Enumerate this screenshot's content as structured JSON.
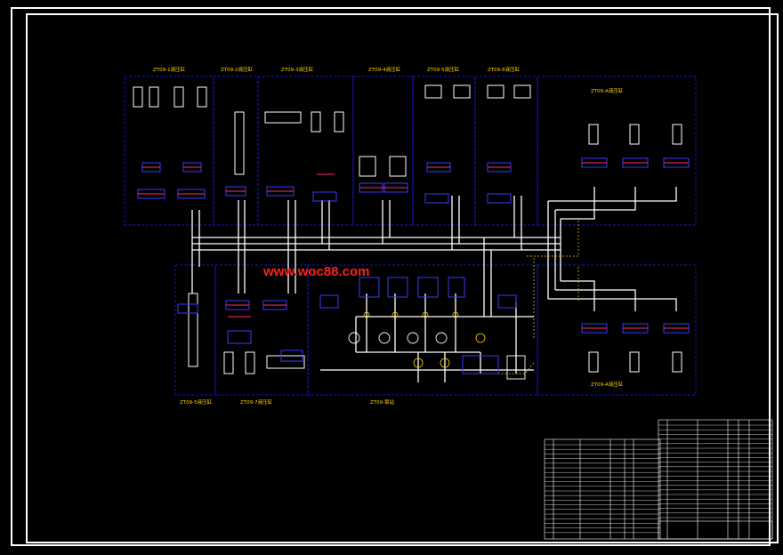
{
  "watermark": "www.woc88.com",
  "sections": {
    "top_1": "ZT09-1液压缸",
    "top_2": "ZT09-2液压缸",
    "top_3": "ZT09-3液压缸",
    "top_4": "ZT09-4液压缸",
    "top_5": "ZT09-5液压缸",
    "top_6": "ZT09-6液压缸",
    "top_right": "ZT09-A液压缸",
    "bottom_1": "ZT09-5液压缸",
    "bottom_2": "ZT09-7液压缸",
    "bottom_3": "ZT09-泵站",
    "bottom_right": "ZT09-A液压缸"
  },
  "colors": {
    "line": "#ffffff",
    "frame_dash": "#1a1aff",
    "component": "#3a3aff",
    "accent": "#ff2a6a",
    "text": "#ffd400",
    "red": "#ff3030",
    "cyan": "#00c8ff",
    "green": "#00e070"
  }
}
